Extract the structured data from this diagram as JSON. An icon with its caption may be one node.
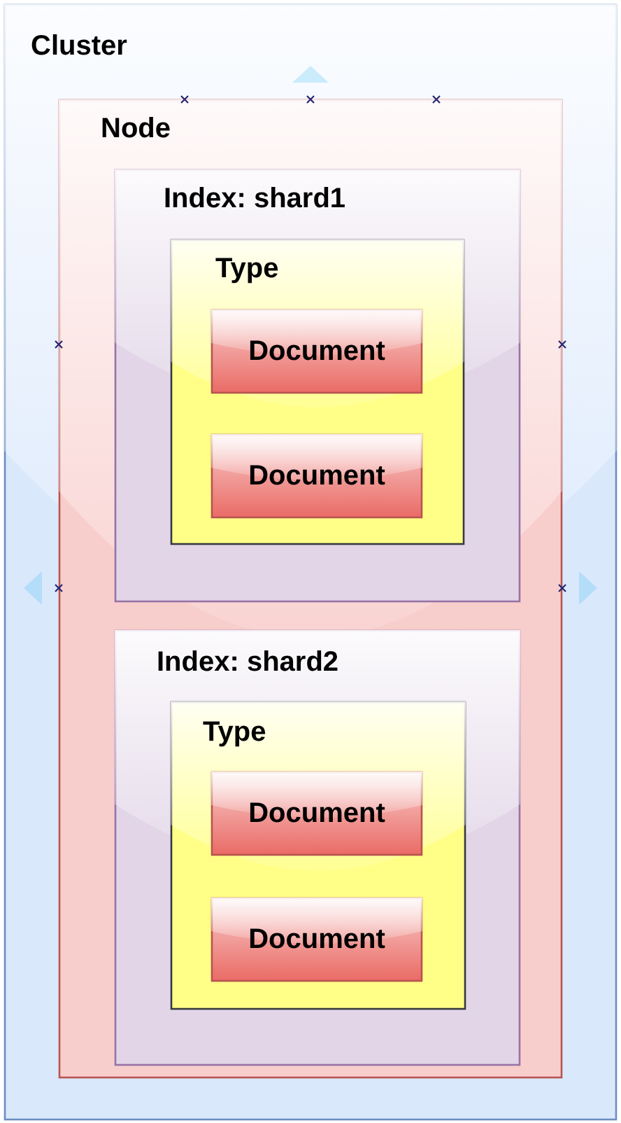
{
  "diagram": {
    "nodes": [
      {
        "text": [
          "Cluster"
        ]
      },
      {
        "text": [
          "Node"
        ],
        "in": 0
      },
      {
        "text": [
          "Index: shard1"
        ],
        "in": 1
      },
      {
        "text": [
          "Type"
        ],
        "in": 2
      },
      {
        "text": [
          "Document"
        ],
        "in": 3
      },
      {
        "text": [
          "Document"
        ],
        "in": 3
      },
      {
        "text": [
          "Index: shard2"
        ],
        "in": 1
      },
      {
        "text": [
          "Type"
        ],
        "in": 6
      },
      {
        "text": [
          "Document"
        ],
        "in": 7
      },
      {
        "text": [
          "Document"
        ],
        "in": 7
      }
    ]
  }
}
